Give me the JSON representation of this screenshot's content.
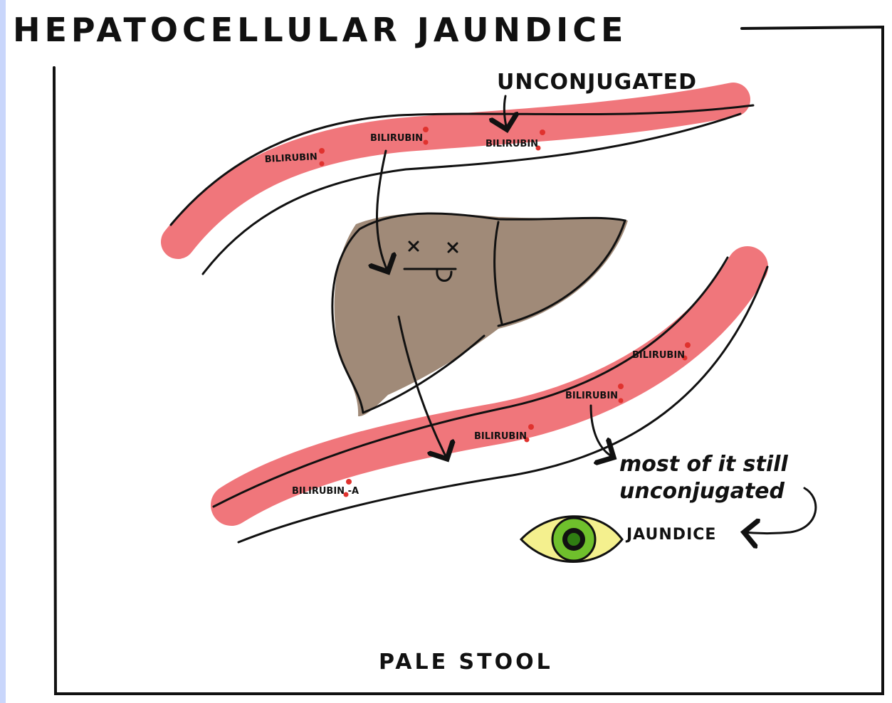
{
  "title": "HEPATOCELLULAR JAUNDICE",
  "labels": {
    "unconjugated": "UNCONJUGATED",
    "bilirubin_1": "BILIRUBIN",
    "bilirubin_2": "BILIRUBIN",
    "bilirubin_3": "BILIRUBIN",
    "bilirubin_4": "BILIRUBIN",
    "bilirubin_5": "BILIRUBIN",
    "bilirubin_6": "BILIRUBIN",
    "bilirubin_a": "BILIRUBIN -A",
    "note_line1": "most of it still",
    "note_line2": "unconjugated",
    "jaundice": "JAUNDICE",
    "pale_stool": "PALE STOOL"
  },
  "colors": {
    "vessel": "#f0767b",
    "liver": "#a08a78",
    "eye_white": "#f4f08e",
    "iris": "#6fc02c",
    "dot": "#e0322e",
    "ink": "#111111",
    "left_strip": "#c9d6fb"
  }
}
